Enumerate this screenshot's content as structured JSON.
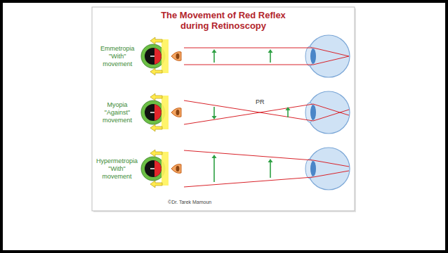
{
  "diagram": {
    "title": "The Movement of Red Reflex during Retinoscopy",
    "labels": [
      "Emmetropia \"With\" movement",
      "Myopia \"Against\" movement",
      "PR",
      "Hypermetropia \"With\" movement",
      "©Dr. Tarek Mamoun"
    ]
  }
}
